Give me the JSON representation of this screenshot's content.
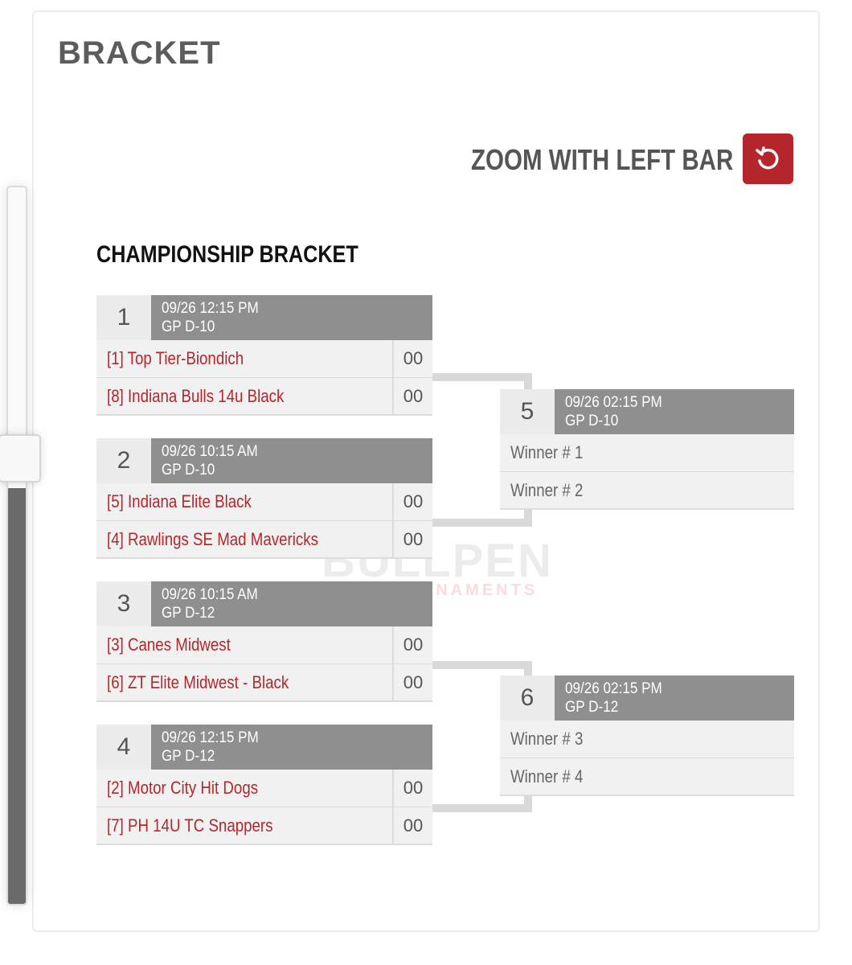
{
  "page": {
    "title": "BRACKET"
  },
  "zoom": {
    "label": "ZOOM WITH LEFT BAR",
    "reset_icon": "reset-icon",
    "level": 0.58
  },
  "bracket": {
    "title": "CHAMPIONSHIP BRACKET",
    "watermark": {
      "main": "BULLPEN",
      "sub": "TOURNAMENTS"
    },
    "round1": [
      {
        "number": "1",
        "datetime": "09/26 12:15 PM",
        "field": "GP D-10",
        "teams": [
          {
            "name": "[1] Top Tier-Biondich",
            "score": "00"
          },
          {
            "name": "[8] Indiana Bulls 14u Black",
            "score": "00"
          }
        ]
      },
      {
        "number": "2",
        "datetime": "09/26 10:15 AM",
        "field": "GP D-10",
        "teams": [
          {
            "name": "[5] Indiana Elite Black",
            "score": "00"
          },
          {
            "name": "[4] Rawlings SE Mad Mavericks",
            "score": "00"
          }
        ]
      },
      {
        "number": "3",
        "datetime": "09/26 10:15 AM",
        "field": "GP D-12",
        "teams": [
          {
            "name": "[3] Canes Midwest",
            "score": "00"
          },
          {
            "name": "[6] ZT Elite Midwest - Black",
            "score": "00"
          }
        ]
      },
      {
        "number": "4",
        "datetime": "09/26 12:15 PM",
        "field": "GP D-12",
        "teams": [
          {
            "name": "[2] Motor City Hit Dogs",
            "score": "00"
          },
          {
            "name": "[7] PH 14U TC Snappers",
            "score": "00"
          }
        ]
      }
    ],
    "round2": [
      {
        "number": "5",
        "datetime": "09/26 02:15 PM",
        "field": "GP D-10",
        "teams": [
          {
            "name": "Winner # 1"
          },
          {
            "name": "Winner # 2"
          }
        ]
      },
      {
        "number": "6",
        "datetime": "09/26 02:15 PM",
        "field": "GP D-12",
        "teams": [
          {
            "name": "Winner # 3"
          },
          {
            "name": "Winner # 4"
          }
        ]
      }
    ],
    "colors": {
      "accent": "#b5262c",
      "header": "#8f8f8f",
      "row": "#f1f1f1"
    }
  }
}
